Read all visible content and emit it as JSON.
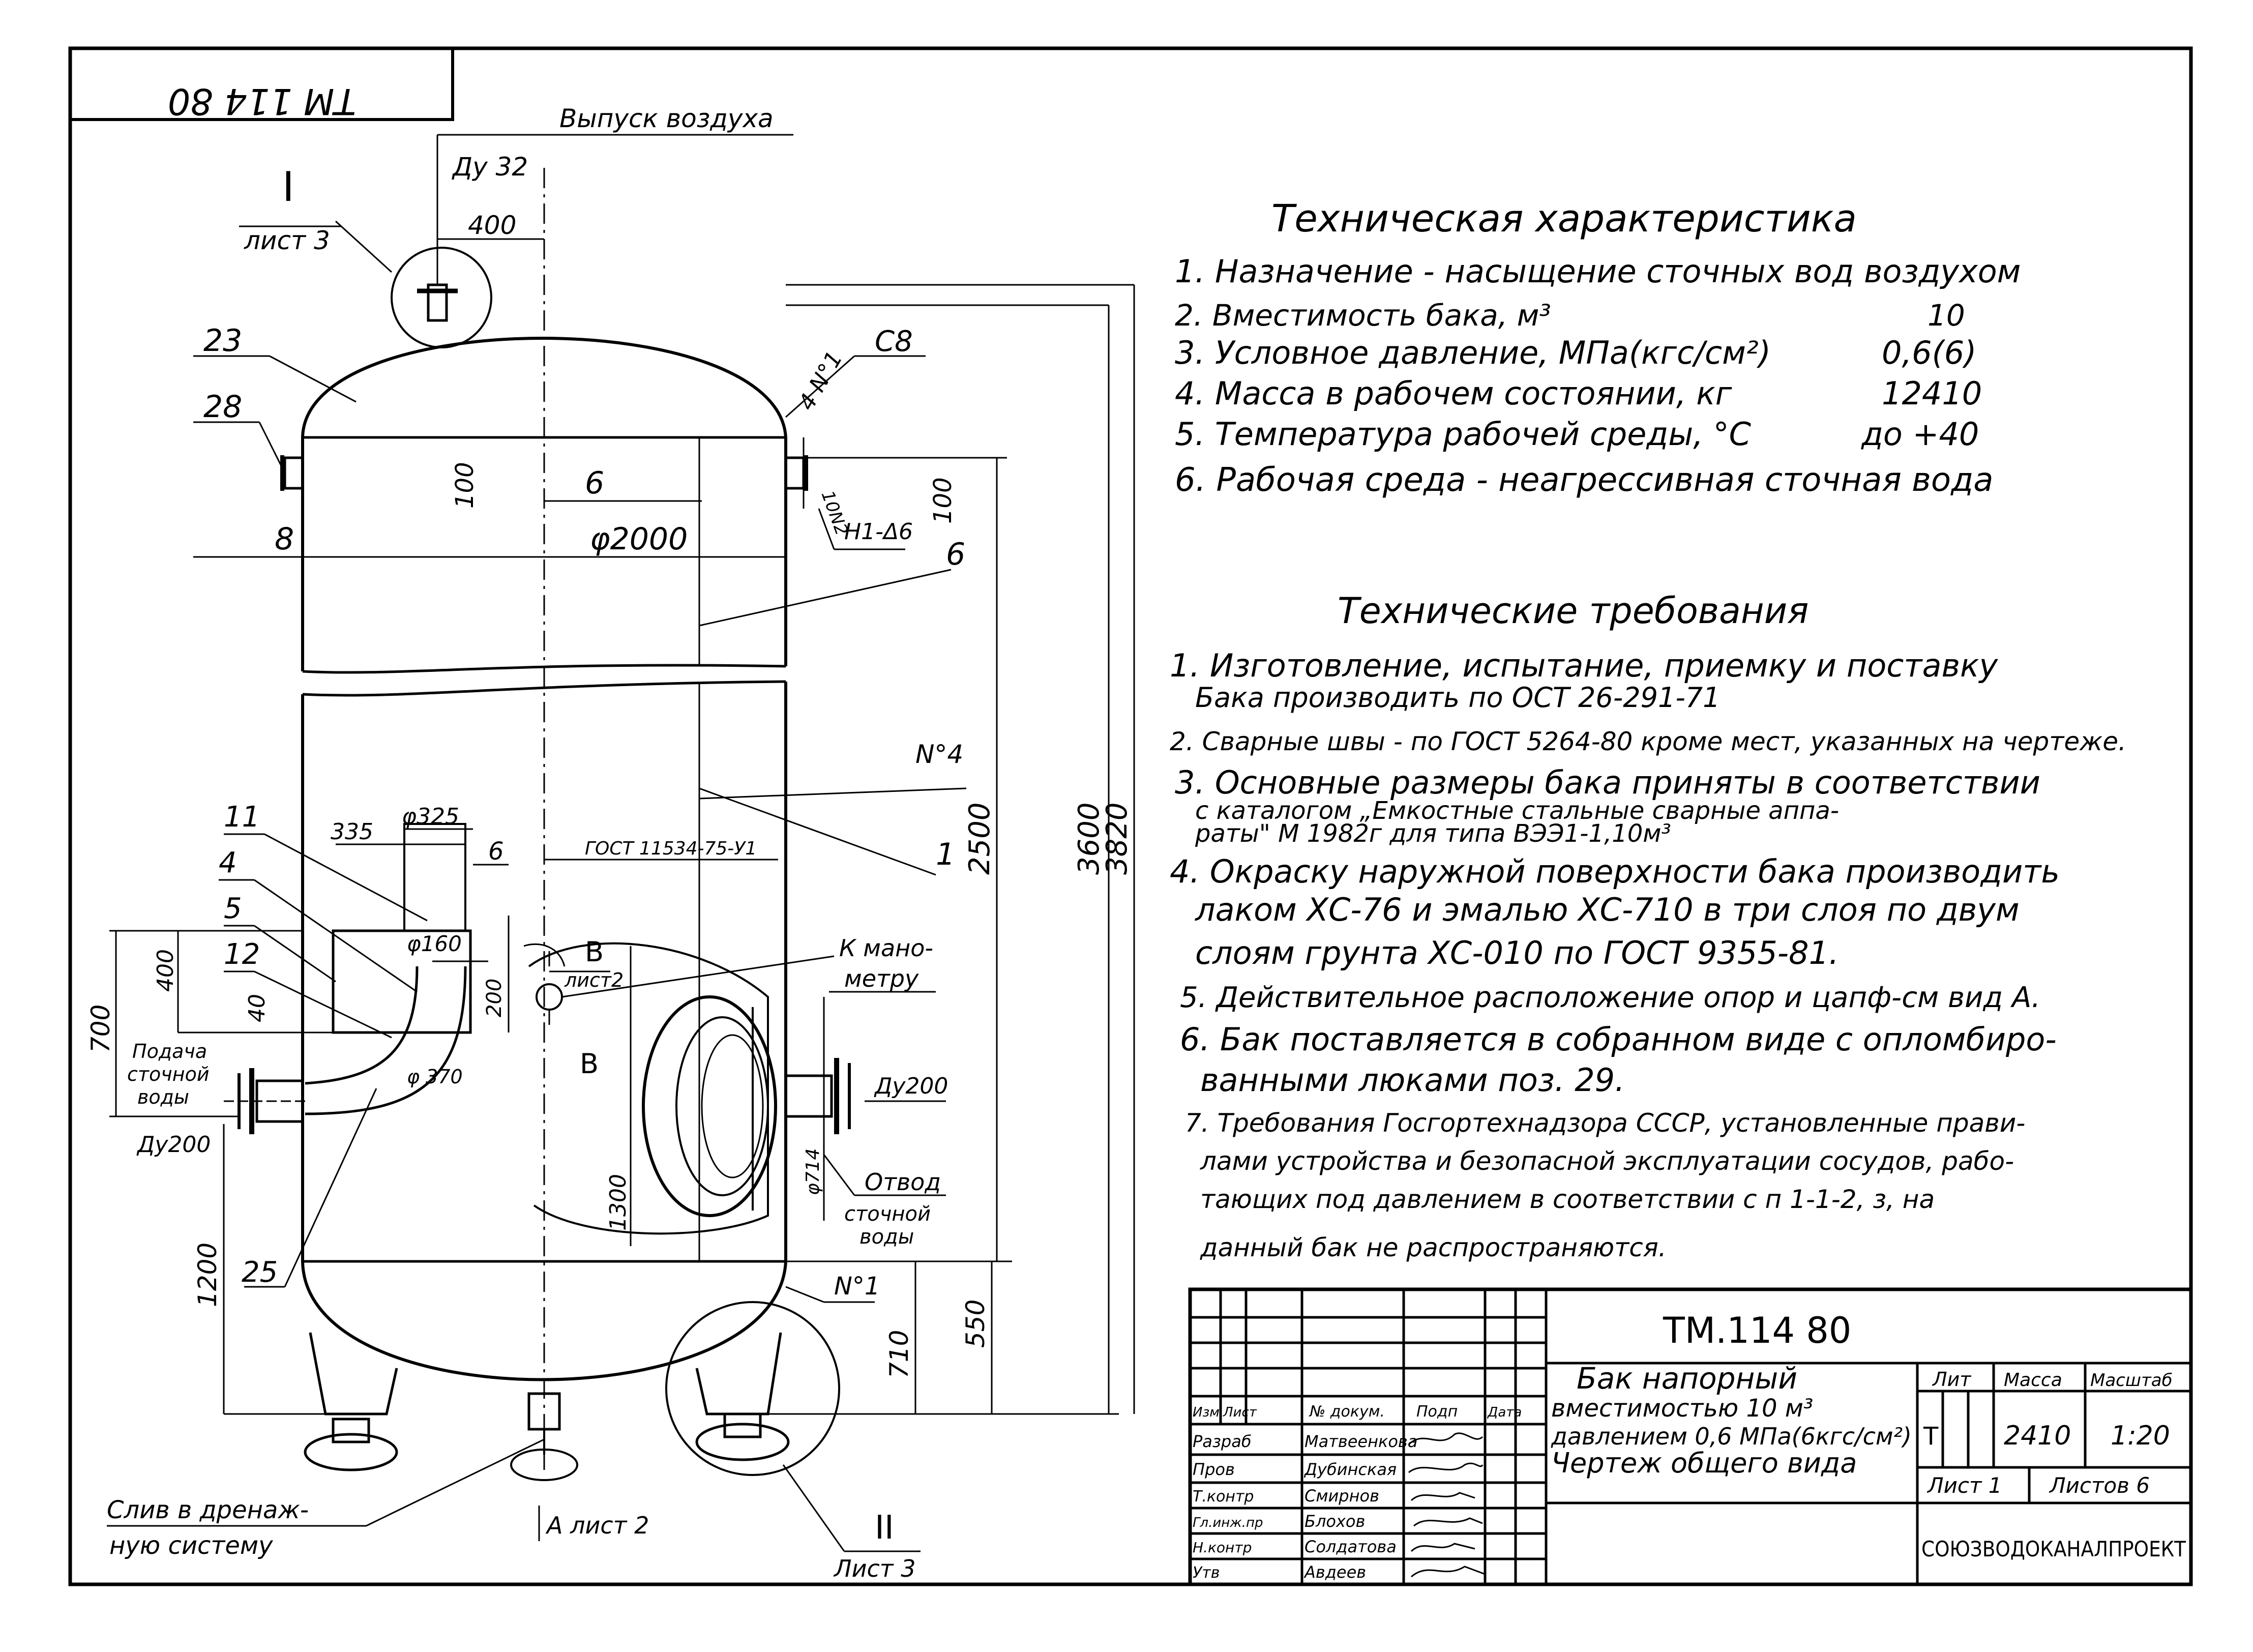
{
  "stamp_code": "ТМ 114 80",
  "title_block": {
    "doc_code": "ТМ.114 80",
    "name_lines": [
      "Бак напорный",
      "вместимостью 10 м³",
      "давлением 0,6 МПа(6кгс/см²)",
      "Чертеж общего вида"
    ],
    "header_labels": [
      "Лит",
      "Масса",
      "Масштаб"
    ],
    "lit": "Т",
    "mass": "2410",
    "scale": "1:20",
    "sheet": "Лист 1",
    "sheets_total": "Листов 6",
    "organization": "СОЮЗВОДОКАНАЛПРОЕКТ",
    "col_headers": [
      "Изм",
      "Лист",
      "№ докум.",
      "Подп",
      "Дата"
    ],
    "roles": [
      {
        "role": "Разраб",
        "name": "Матвеенкова"
      },
      {
        "role": "Пров",
        "name": "Дубинская"
      },
      {
        "role": "Т.контр",
        "name": "Смирнов"
      },
      {
        "role": "Гл.инж.пр",
        "name": "Блохов"
      },
      {
        "role": "Н.контр",
        "name": "Солдатова"
      },
      {
        "role": "Утв",
        "name": "Авдеев"
      }
    ]
  },
  "tech_char": {
    "title": "Техническая характеристика",
    "items": [
      {
        "text": "1. Назначение - насыщение сточных вод воздухом",
        "value": ""
      },
      {
        "text": "2. Вместимость бака, м³",
        "value": "10"
      },
      {
        "text": "3. Условное давление, МПа(кгс/см²)",
        "value": "0,6(6)"
      },
      {
        "text": "4. Масса в рабочем состоянии, кг",
        "value": "12410"
      },
      {
        "text": "5. Температура рабочей среды, °С",
        "value": "до +40"
      },
      {
        "text": "6. Рабочая среда - неагрессивная сточная вода",
        "value": ""
      }
    ]
  },
  "tech_req": {
    "title": "Технические требования",
    "lines": [
      "1. Изготовление, испытание, приемку и поставку",
      "Бака производить по ОСТ 26-291-71",
      "2. Сварные швы - по ГОСТ 5264-80 кроме мест, указанных на чертеже.",
      "3. Основные размеры бака приняты в соответствии",
      "с каталогом „Емкостные стальные сварные аппа-",
      "раты\" М 1982г для типа ВЭЭ1-1,10м³",
      "4. Окраску наружной поверхности бака производить",
      "лаком ХС-76 и эмалью ХС-710 в три слоя по двум",
      "слоям грунта ХС-010 по ГОСТ 9355-81.",
      "5. Действительное расположение опор и цапф-см вид А.",
      "6. Бак поставляется в собранном виде с опломбиро-",
      "ванными люками поз. 29.",
      "7. Требования Госгортехнадзора СССР, установленные прави-",
      "лами устройства и безопасной эксплуатации сосудов, рабо-",
      "тающих под давлением в соответствии с п 1-1-2, з, на",
      "данный бак не распространяются."
    ]
  },
  "drawing": {
    "labels": {
      "air_release": "Выпуск воздуха",
      "du32": "Ду 32",
      "dim_400": "400",
      "view_I": "I",
      "sheet3_top": "лист 3",
      "pos23": "23",
      "pos28": "28",
      "pos8": "8",
      "pos6a": "6",
      "pos6b": "6",
      "dim100a": "100",
      "dim100b": "100",
      "phi2000": "φ2000",
      "weld_n1_top": "4 N°1",
      "weld_c8": "С8",
      "weld_10n2": "10N2",
      "weld_h1": "Н1-Δ6",
      "weld_n4": "N°4",
      "pos1": "1",
      "dim2500": "2500",
      "dim3600": "3600",
      "dim3820": "3820",
      "pos11": "11",
      "pos4": "4",
      "pos5": "5",
      "pos12": "12",
      "dim335": "335",
      "phi325": "φ325",
      "dim6": "6",
      "gost": "ГОСТ 11534-75-У1",
      "phi160": "φ160",
      "dim40": "40",
      "dim400v": "400",
      "dim700": "700",
      "dim200": "200",
      "phi370": "φ 370",
      "inlet1": "Подача",
      "inlet2": "сточной",
      "inlet3": "воды",
      "du200_left": "Ду200",
      "sec_B1": "В",
      "sheet2_B": "лист2",
      "sec_B2": "В",
      "to_manometer1": "К мано-",
      "to_manometer2": "метру",
      "du200_right": "Ду200",
      "outlet1": "Отвод",
      "outlet2": "сточной",
      "outlet3": "воды",
      "phi714": "φ714",
      "dim1300": "1300",
      "dim1200": "1200",
      "pos25": "25",
      "weld_n1_bot": "N°1",
      "dim710": "710",
      "dim550": "550",
      "drain1": "Слив в дренаж-",
      "drain2": "ную систему",
      "view_A": "А лист 2",
      "view_II": "II",
      "sheet3_bot": "Лист 3"
    }
  }
}
